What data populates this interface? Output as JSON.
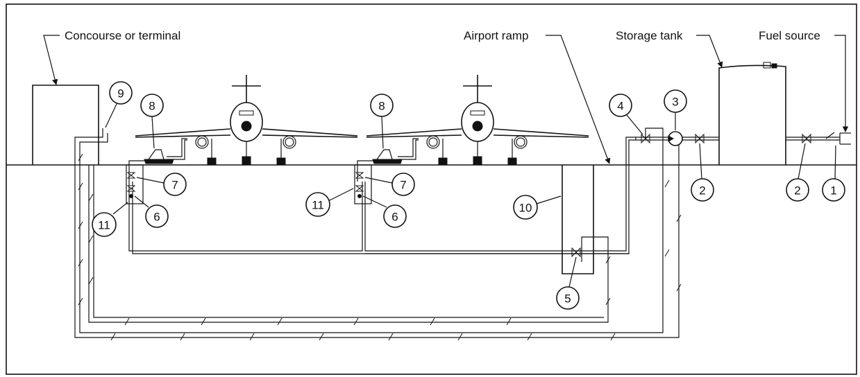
{
  "labels": {
    "concourse": "Concourse or terminal",
    "ramp": "Airport ramp",
    "storage": "Storage tank",
    "fuel": "Fuel source"
  },
  "callouts": {
    "c1": "1",
    "c2a": "2",
    "c2b": "2",
    "c3": "3",
    "c4": "4",
    "c5": "5",
    "c6a": "6",
    "c6b": "6",
    "c7a": "7",
    "c7b": "7",
    "c8a": "8",
    "c8b": "8",
    "c9": "9",
    "c10": "10",
    "c11a": "11",
    "c11b": "11"
  }
}
